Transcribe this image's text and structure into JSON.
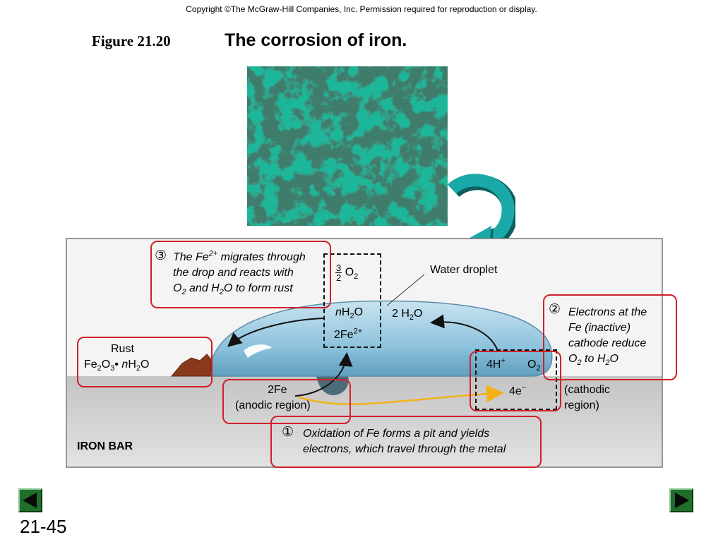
{
  "header": {
    "copyright": "Copyright ©The McGraw-Hill Companies, Inc.  Permission required for reproduction or display.",
    "figure_label": "Figure 21.20",
    "title": "The corrosion of iron."
  },
  "diagram": {
    "water_droplet": "Water droplet",
    "iron_bar": "IRON BAR",
    "rust": {
      "label": "Rust",
      "formula_a": "Fe",
      "formula_b": "O",
      "formula_c": "• ",
      "formula_d": "n",
      "formula_e": "H",
      "formula_f": "O",
      "sub_2": "2",
      "sub_3": "3"
    },
    "step3": {
      "number": "③",
      "line1_a": "The Fe",
      "line1_sup": "2+",
      "line1_b": " migrates through",
      "line2": "the drop and reacts with",
      "line3_a": "O",
      "line3_b": " and H",
      "line3_c": "O to form rust"
    },
    "step2": {
      "number": "②",
      "line1": "Electrons at the",
      "line2": "Fe (inactive)",
      "line3": "cathode reduce",
      "line4_a": "O",
      "line4_b": " to H",
      "line4_c": "O"
    },
    "step1": {
      "number": "①",
      "line1": "Oxidation of Fe forms a pit and yields",
      "line2": "electrons, which travel through the metal"
    },
    "dashed_left": {
      "frac_num": "3",
      "frac_den": "2",
      "o2_a": "O",
      "n": "n",
      "h2o_a": "H",
      "h2o_b": "O",
      "fe_a": "2Fe",
      "fe_sup": "2+"
    },
    "two_h2o_a": "2 H",
    "two_h2o_b": "O",
    "dashed_right": {
      "h_a": "4H",
      "h_sup": "+",
      "o2_a": "O",
      "e_a": "4e",
      "e_sup": "−"
    },
    "anode": {
      "line1": "2Fe",
      "line2": "(anodic region)"
    },
    "cathode": {
      "line1": "(cathodic",
      "line2": "region)"
    },
    "sub2": "2"
  },
  "nav": {
    "slide_number": "21-45"
  },
  "colors": {
    "droplet": "#8ec3dd",
    "rust": "#8a3a1c",
    "iron_bar": "#d5d5d5",
    "highlight_box": "#d0202a",
    "arrow_teal": "#1aa9a9",
    "electron_path": "#f2b21a"
  },
  "icons": {
    "prev": "triangle-left-icon",
    "next": "triangle-right-icon",
    "curved_arrow": "curved-arrow-icon"
  }
}
